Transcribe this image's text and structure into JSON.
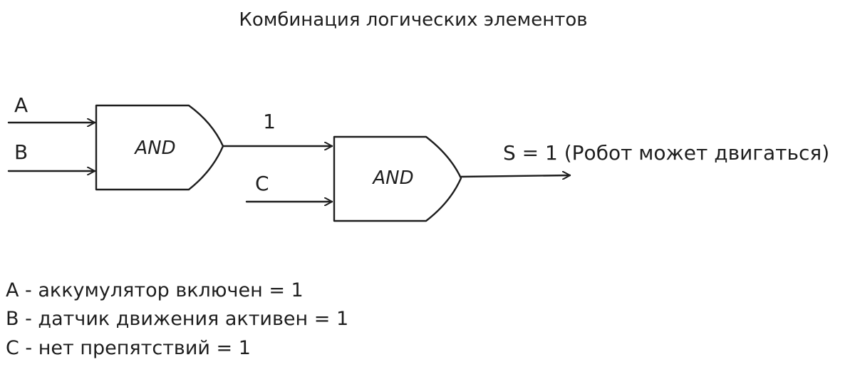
{
  "title": "Комбинация логических элементов",
  "inputs": {
    "a": "A",
    "b": "B",
    "c": "C"
  },
  "gates": [
    {
      "label": "AND"
    },
    {
      "label": "AND"
    }
  ],
  "intermediate_value": "1",
  "output_label": "S = 1 (Робот может двигаться)",
  "legend": [
    "A - аккумулятор включен = 1",
    "B - датчик движения активен = 1",
    "C - нет препятствий = 1"
  ],
  "colors": {
    "stroke": "#1e1e1e",
    "background": "#ffffff"
  }
}
